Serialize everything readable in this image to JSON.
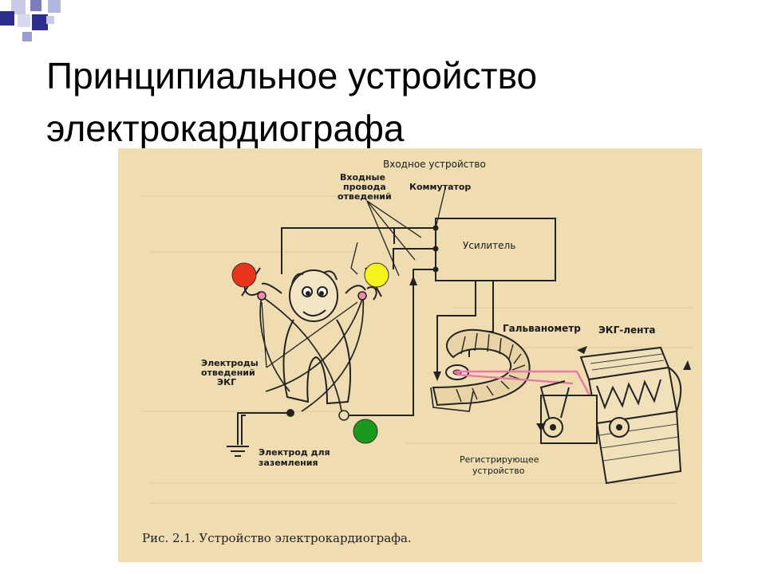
{
  "slide": {
    "title": "Принципиальное устройство электрокардиографа"
  },
  "figure": {
    "labels": {
      "input_device": "Входное устройство",
      "input_wires_1": "Входные",
      "input_wires_2": "провода",
      "input_wires_3": "отведений",
      "commutator": "Коммутатор",
      "amplifier": "Усилитель",
      "galvanometer": "Гальванометр",
      "ecg_tape": "ЭКГ-лента",
      "electrodes_1": "Электроды",
      "electrodes_2": "отведений",
      "electrodes_3": "ЭКГ",
      "ground_1": "Электрод для",
      "ground_2": "заземления",
      "recorder_1": "Регистрирующее",
      "recorder_2": "устройство"
    },
    "caption": "Рис. 2.1. Устройство электрокардиографа.",
    "colors": {
      "electrode_red": "#e8341c",
      "electrode_yellow": "#f6f31c",
      "electrode_green": "#1a9a1c",
      "beam": "#e87aa6",
      "paper": "#efdcb0"
    }
  }
}
